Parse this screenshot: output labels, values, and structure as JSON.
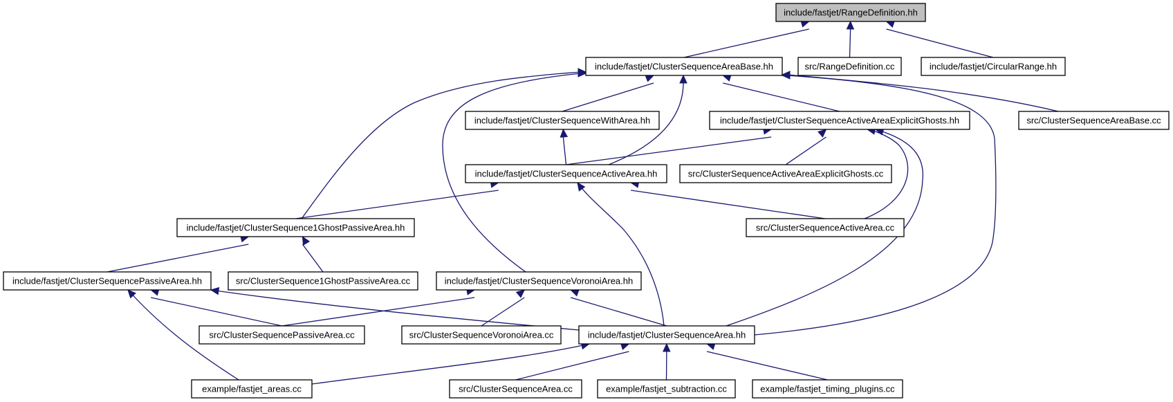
{
  "root": "range-definition-hh",
  "nodes": [
    {
      "id": "range-definition-hh",
      "label": "include/fastjet/RangeDefinition.hh"
    },
    {
      "id": "cs-area-base-hh",
      "label": "include/fastjet/ClusterSequenceAreaBase.hh"
    },
    {
      "id": "range-definition-cc",
      "label": "src/RangeDefinition.cc"
    },
    {
      "id": "circular-range-hh",
      "label": "include/fastjet/CircularRange.hh"
    },
    {
      "id": "cs-with-area-hh",
      "label": "include/fastjet/ClusterSequenceWithArea.hh"
    },
    {
      "id": "cs-active-explicit-ghosts-hh",
      "label": "include/fastjet/ClusterSequenceActiveAreaExplicitGhosts.hh"
    },
    {
      "id": "cs-area-base-cc",
      "label": "src/ClusterSequenceAreaBase.cc"
    },
    {
      "id": "cs-active-area-hh",
      "label": "include/fastjet/ClusterSequenceActiveArea.hh"
    },
    {
      "id": "cs-active-explicit-ghosts-cc",
      "label": "src/ClusterSequenceActiveAreaExplicitGhosts.cc"
    },
    {
      "id": "cs-1ghost-passive-hh",
      "label": "include/fastjet/ClusterSequence1GhostPassiveArea.hh"
    },
    {
      "id": "cs-active-area-cc",
      "label": "src/ClusterSequenceActiveArea.cc"
    },
    {
      "id": "cs-passive-area-hh",
      "label": "include/fastjet/ClusterSequencePassiveArea.hh"
    },
    {
      "id": "cs-1ghost-passive-cc",
      "label": "src/ClusterSequence1GhostPassiveArea.cc"
    },
    {
      "id": "cs-voronoi-area-hh",
      "label": "include/fastjet/ClusterSequenceVoronoiArea.hh"
    },
    {
      "id": "cs-passive-area-cc",
      "label": "src/ClusterSequencePassiveArea.cc"
    },
    {
      "id": "cs-voronoi-area-cc",
      "label": "src/ClusterSequenceVoronoiArea.cc"
    },
    {
      "id": "cs-area-hh",
      "label": "include/fastjet/ClusterSequenceArea.hh"
    },
    {
      "id": "fastjet-areas-cc",
      "label": "example/fastjet_areas.cc"
    },
    {
      "id": "cs-area-cc",
      "label": "src/ClusterSequenceArea.cc"
    },
    {
      "id": "fastjet-subtraction-cc",
      "label": "example/fastjet_subtraction.cc"
    },
    {
      "id": "fastjet-timing-plugins-cc",
      "label": "example/fastjet_timing_plugins.cc"
    }
  ],
  "edges": [
    {
      "from": "cs-area-base-hh",
      "to": "range-definition-hh"
    },
    {
      "from": "range-definition-cc",
      "to": "range-definition-hh"
    },
    {
      "from": "circular-range-hh",
      "to": "range-definition-hh"
    },
    {
      "from": "cs-with-area-hh",
      "to": "cs-area-base-hh"
    },
    {
      "from": "cs-active-explicit-ghosts-hh",
      "to": "cs-area-base-hh"
    },
    {
      "from": "cs-area-base-cc",
      "to": "cs-area-base-hh"
    },
    {
      "from": "cs-active-area-hh",
      "to": "cs-area-base-hh"
    },
    {
      "from": "cs-1ghost-passive-hh",
      "to": "cs-area-base-hh"
    },
    {
      "from": "cs-voronoi-area-hh",
      "to": "cs-area-base-hh"
    },
    {
      "from": "cs-area-hh",
      "to": "cs-area-base-hh"
    },
    {
      "from": "cs-active-area-hh",
      "to": "cs-with-area-hh"
    },
    {
      "from": "cs-active-area-hh",
      "to": "cs-active-explicit-ghosts-hh"
    },
    {
      "from": "cs-active-explicit-ghosts-cc",
      "to": "cs-active-explicit-ghosts-hh"
    },
    {
      "from": "cs-active-area-cc",
      "to": "cs-active-explicit-ghosts-hh"
    },
    {
      "from": "cs-area-hh",
      "to": "cs-active-explicit-ghosts-hh"
    },
    {
      "from": "cs-1ghost-passive-hh",
      "to": "cs-active-area-hh"
    },
    {
      "from": "cs-active-area-cc",
      "to": "cs-active-area-hh"
    },
    {
      "from": "cs-area-hh",
      "to": "cs-active-area-hh"
    },
    {
      "from": "cs-passive-area-hh",
      "to": "cs-1ghost-passive-hh"
    },
    {
      "from": "cs-1ghost-passive-cc",
      "to": "cs-1ghost-passive-hh"
    },
    {
      "from": "cs-passive-area-cc",
      "to": "cs-passive-area-hh"
    },
    {
      "from": "fastjet-areas-cc",
      "to": "cs-passive-area-hh"
    },
    {
      "from": "cs-area-hh",
      "to": "cs-passive-area-hh"
    },
    {
      "from": "cs-passive-area-cc",
      "to": "cs-voronoi-area-hh"
    },
    {
      "from": "cs-voronoi-area-cc",
      "to": "cs-voronoi-area-hh"
    },
    {
      "from": "cs-area-hh",
      "to": "cs-voronoi-area-hh"
    },
    {
      "from": "fastjet-areas-cc",
      "to": "cs-area-hh"
    },
    {
      "from": "cs-area-cc",
      "to": "cs-area-hh"
    },
    {
      "from": "fastjet-subtraction-cc",
      "to": "cs-area-hh"
    },
    {
      "from": "fastjet-timing-plugins-cc",
      "to": "cs-area-hh"
    }
  ],
  "colors": {
    "edge": "#191970",
    "root_fill": "#bfbfbf",
    "node_fill": "#ffffff",
    "node_border": "#000000"
  }
}
